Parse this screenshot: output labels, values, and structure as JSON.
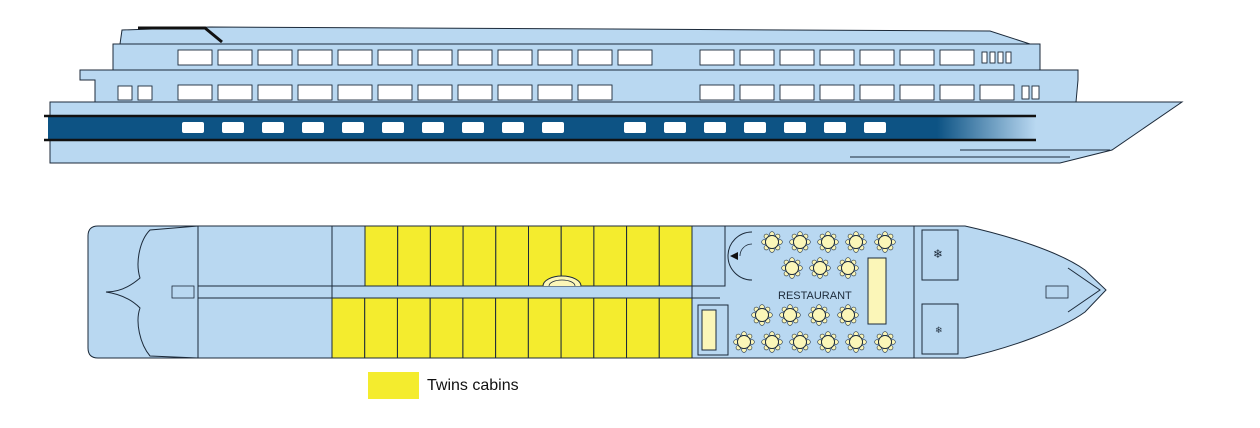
{
  "colors": {
    "hull": "#b9d8f1",
    "stripe": "#0d5384",
    "outline": "#1c2a3a",
    "twin_cabin": "#f4ec2e",
    "table": "#fbf6b8"
  },
  "plan": {
    "restaurant_label": "RESTAURANT",
    "twin_cabins_top_count": 10,
    "twin_cabins_bottom_count": 11
  },
  "legend": {
    "label": "Twins cabins",
    "color": "#f4ec2e"
  }
}
